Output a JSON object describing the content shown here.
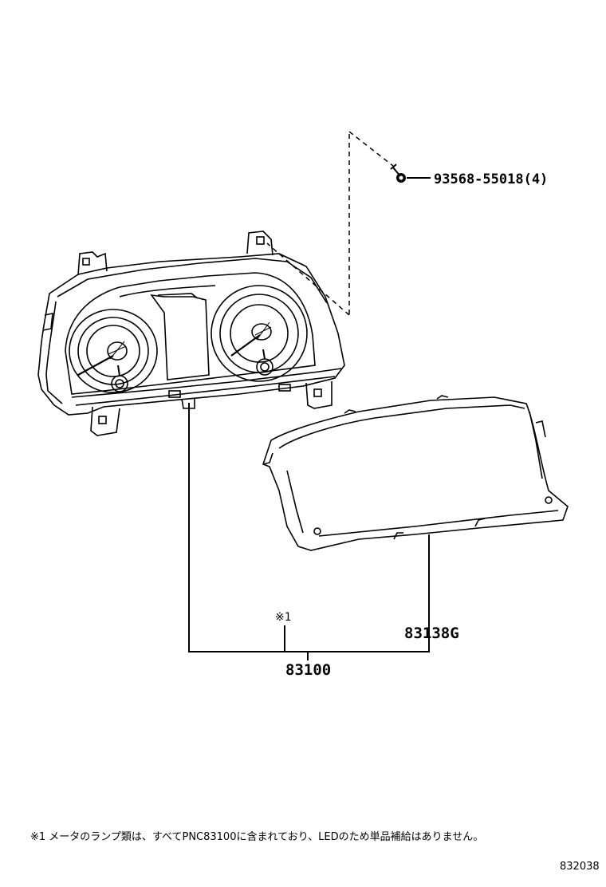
{
  "parts": {
    "screw": "93568-55018(4)",
    "lens": "83138G",
    "assembly": "83100",
    "note_mark": "※1"
  },
  "footnote": "※1 メータのランプ類は、すべてPNC83100に含まれており、LEDのため単品補給はありません。",
  "illustration_id": "832038"
}
